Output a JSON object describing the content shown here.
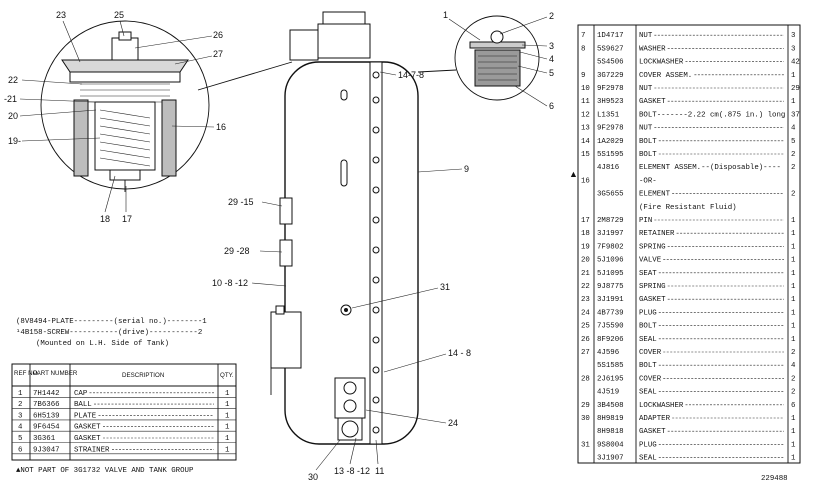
{
  "callouts": {
    "c1": "1",
    "c2": "2",
    "c3": "3",
    "c4": "4",
    "c5": "5",
    "c6": "6",
    "c14_7_8": "14-7-8",
    "c9": "9",
    "c29_15": "29 -15",
    "c29_28": "29 -28",
    "c10_8_12": "10 -8 -12",
    "c31": "31",
    "c14_8": "14 - 8",
    "c24": "24",
    "c30": "30",
    "c13_8_12": "13 -8 -12",
    "c11": "11",
    "c25": "25",
    "c23": "23",
    "c26": "26",
    "c27": "27",
    "c22": "22",
    "c21": "-21",
    "c20": "20",
    "c19": "19-",
    "c16": "16",
    "c18": "18",
    "c17": "17"
  },
  "notes": {
    "line1": "(8V8494-PLATE---------(serial no.)--------1",
    "line2": "¹4B158-SCREW-----------(drive)-----------2",
    "line3": "(Mounted on L.H. Side of Tank)"
  },
  "left_table": {
    "headers": {
      "ref": "REF NO.",
      "part": "PART NUMBER",
      "desc": "DESCRIPTION",
      "qty": "QTY."
    },
    "rows": [
      {
        "ref": "1",
        "part": "7H1442",
        "desc": "CAP",
        "qty": "1"
      },
      {
        "ref": "2",
        "part": "7B6366",
        "desc": "BALL",
        "qty": "1"
      },
      {
        "ref": "3",
        "part": "6H5139",
        "desc": "PLATE",
        "qty": "1"
      },
      {
        "ref": "4",
        "part": "9F6454",
        "desc": "GASKET",
        "qty": "1"
      },
      {
        "ref": "5",
        "part": "3G361",
        "desc": "GASKET",
        "qty": "1"
      },
      {
        "ref": "6",
        "part": "9J3047",
        "desc": "STRAINER",
        "qty": "1"
      }
    ],
    "footnote": "▲NOT PART OF 3G1732 VALVE AND TANK GROUP"
  },
  "right_table": {
    "rows": [
      {
        "ref": "7",
        "part": "1D4717",
        "desc": "NUT",
        "qty": "3"
      },
      {
        "ref": "8",
        "part": "5S9627",
        "desc": "WASHER",
        "qty": "3"
      },
      {
        "ref": "",
        "part": "5S4506",
        "desc": "LOCKWASHER",
        "qty": "42"
      },
      {
        "ref": "9",
        "part": "3G7229",
        "desc": "COVER ASSEM.",
        "qty": "1"
      },
      {
        "ref": "10",
        "part": "9F2978",
        "desc": "NUT",
        "qty": "29"
      },
      {
        "ref": "11",
        "part": "3H9523",
        "desc": "GASKET",
        "qty": "1"
      },
      {
        "ref": "12",
        "part": "L1351",
        "desc": "BOLT-------2.22 cm(.875 in.) long",
        "qty": "37"
      },
      {
        "ref": "13",
        "part": "9F2978",
        "desc": "NUT",
        "qty": "4"
      },
      {
        "ref": "14",
        "part": "1A2029",
        "desc": "BOLT",
        "qty": "5"
      },
      {
        "ref": "15",
        "part": "5S1595",
        "desc": "BOLT",
        "qty": "2"
      },
      {
        "ref": "",
        "part": "4J816",
        "desc": "ELEMENT ASSEM.--(Disposable)----",
        "qty": "2"
      },
      {
        "ref": "16",
        "part": "",
        "desc": "-OR-",
        "qty": ""
      },
      {
        "ref": "",
        "part": "3G5655",
        "desc": "ELEMENT",
        "qty": "2"
      },
      {
        "ref": "",
        "part": "",
        "desc": "(Fire Resistant Fluid)",
        "qty": ""
      },
      {
        "ref": "17",
        "part": "2M8729",
        "desc": "PIN",
        "qty": "1"
      },
      {
        "ref": "18",
        "part": "3J1997",
        "desc": "RETAINER",
        "qty": "1"
      },
      {
        "ref": "19",
        "part": "7F9802",
        "desc": "SPRING",
        "qty": "1"
      },
      {
        "ref": "20",
        "part": "5J1096",
        "desc": "VALVE",
        "qty": "1"
      },
      {
        "ref": "21",
        "part": "5J1095",
        "desc": "SEAT",
        "qty": "1"
      },
      {
        "ref": "22",
        "part": "9J8775",
        "desc": "SPRING",
        "qty": "1"
      },
      {
        "ref": "23",
        "part": "3J1991",
        "desc": "GASKET",
        "qty": "1"
      },
      {
        "ref": "24",
        "part": "4B7739",
        "desc": "PLUG",
        "qty": "1"
      },
      {
        "ref": "25",
        "part": "7J5590",
        "desc": "BOLT",
        "qty": "1"
      },
      {
        "ref": "26",
        "part": "8F9206",
        "desc": "SEAL",
        "qty": "1"
      },
      {
        "ref": "27",
        "part": "4J596",
        "desc": "COVER",
        "qty": "2"
      },
      {
        "ref": "",
        "part": "5S1585",
        "desc": "BOLT",
        "qty": "4"
      },
      {
        "ref": "28",
        "part": "2J6195",
        "desc": "COVER",
        "qty": "2"
      },
      {
        "ref": "",
        "part": "4J519",
        "desc": "SEAL",
        "qty": "2"
      },
      {
        "ref": "29",
        "part": "3B4508",
        "desc": "LOCKWASHER",
        "qty": "6"
      },
      {
        "ref": "30",
        "part": "8H9819",
        "desc": "ADAPTER",
        "qty": "1"
      },
      {
        "ref": "",
        "part": "8H9818",
        "desc": "GASKET",
        "qty": "1"
      },
      {
        "ref": "31",
        "part": "9S8004",
        "desc": "PLUG",
        "qty": "1"
      },
      {
        "ref": "",
        "part": "3J1907",
        "desc": "SEAL",
        "qty": "1"
      }
    ],
    "marker": "▲"
  },
  "figure_number": "229488"
}
